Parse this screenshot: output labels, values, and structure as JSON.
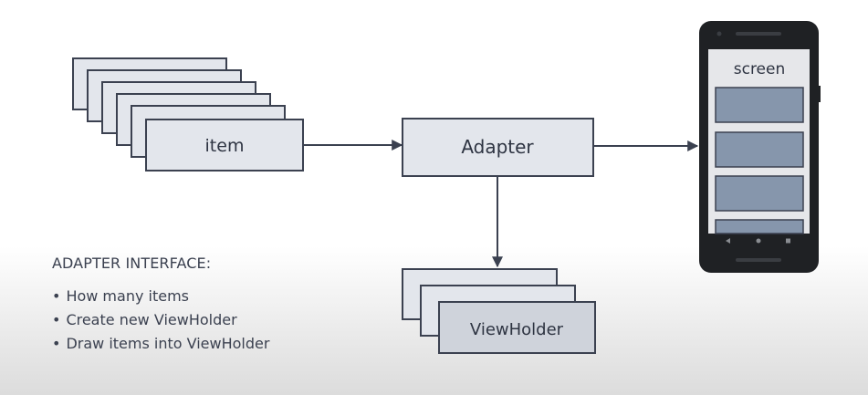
{
  "nodes": {
    "item": "item",
    "adapter": "Adapter",
    "viewholder": "ViewHolder",
    "screen": "screen"
  },
  "interface": {
    "title": "ADAPTER INTERFACE:",
    "bullets": [
      "How many items",
      "Create new ViewHolder",
      "Draw items into ViewHolder"
    ]
  },
  "colors": {
    "box_fill": "#e3e6ec",
    "box_stroke": "#3b4150",
    "slot_fill": "#8696ac",
    "phone_body": "#1f2124",
    "phone_screen": "#e6e7ea",
    "arrow": "#3b4150"
  }
}
